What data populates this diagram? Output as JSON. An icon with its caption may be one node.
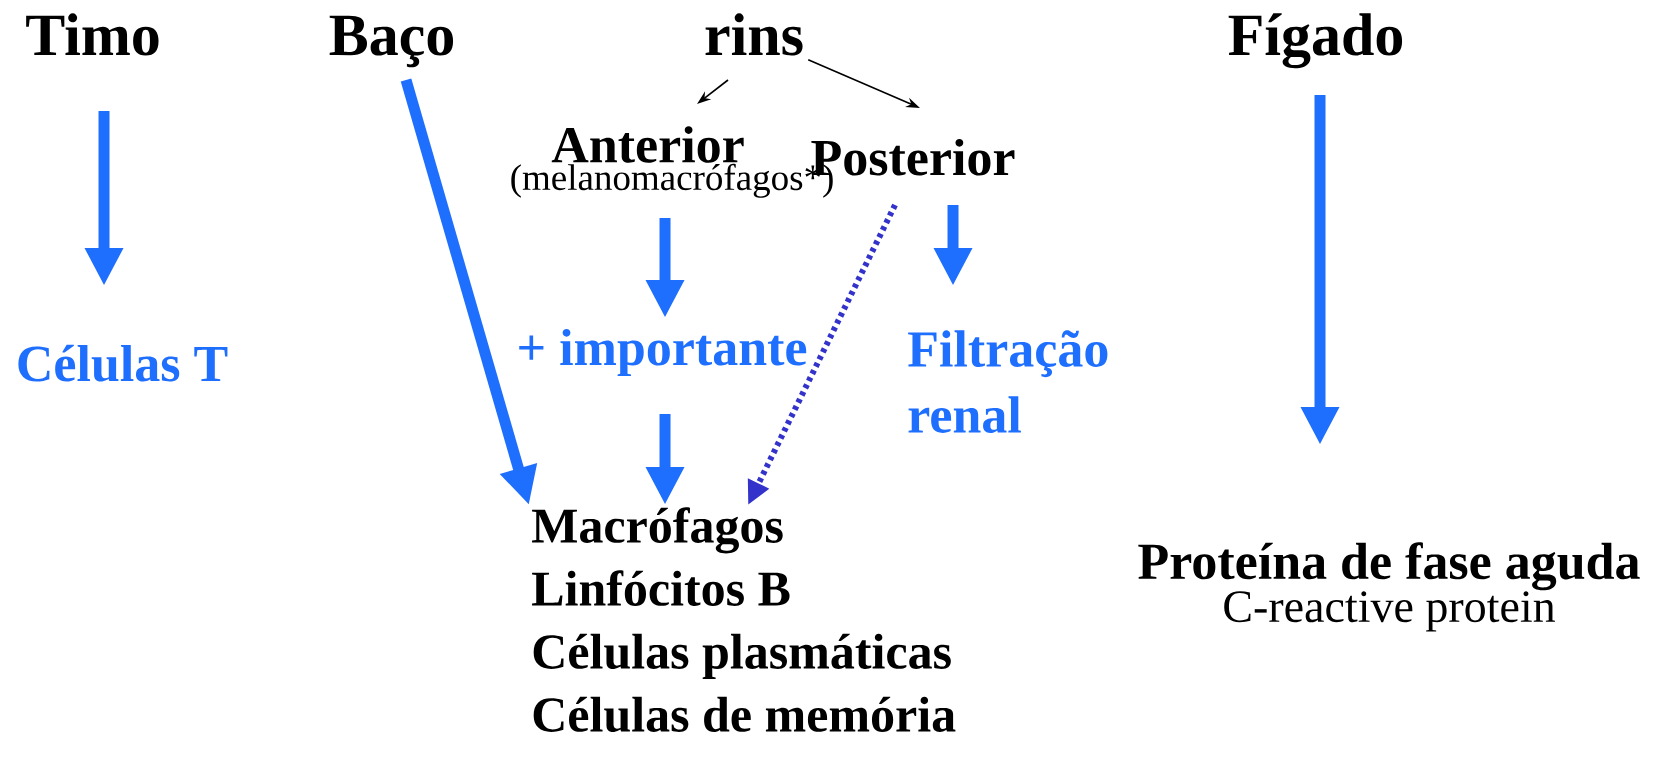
{
  "diagram": {
    "nodes": [
      {
        "text": [
          "Timo"
        ]
      },
      {
        "text": [
          "Baço"
        ]
      },
      {
        "text": [
          "rins"
        ]
      },
      {
        "text": [
          "Fígado"
        ]
      },
      {
        "text": [
          "Anterior",
          "(melanomacrófagos*)"
        ]
      },
      {
        "text": [
          "Posterior"
        ]
      },
      {
        "text": [
          "Células T"
        ]
      },
      {
        "text": [
          "+ importante"
        ]
      },
      {
        "text": [
          "Filtração renal"
        ]
      },
      {
        "text": [
          "Macrófagos",
          "Linfócitos B",
          "Células plasmáticas",
          "Células de memória"
        ]
      },
      {
        "text": [
          "Proteína de fase aguda",
          "C-reactive protein"
        ]
      }
    ],
    "edges": [
      {
        "from": 0,
        "to": 6,
        "arrow": "to"
      },
      {
        "from": 1,
        "to": 9,
        "arrow": "to"
      },
      {
        "from": 2,
        "to": 4,
        "arrow": "to",
        "color": "#000000"
      },
      {
        "from": 2,
        "to": 5,
        "arrow": "to",
        "color": "#000000"
      },
      {
        "from": 4,
        "to": 7,
        "arrow": "to"
      },
      {
        "from": 7,
        "to": 9,
        "arrow": "to"
      },
      {
        "from": 5,
        "to": 9,
        "arrow": "to",
        "style": "dashed",
        "color": "#3333cc"
      },
      {
        "from": 5,
        "to": 8,
        "arrow": "to"
      },
      {
        "from": 3,
        "to": 10,
        "arrow": "to"
      }
    ]
  }
}
